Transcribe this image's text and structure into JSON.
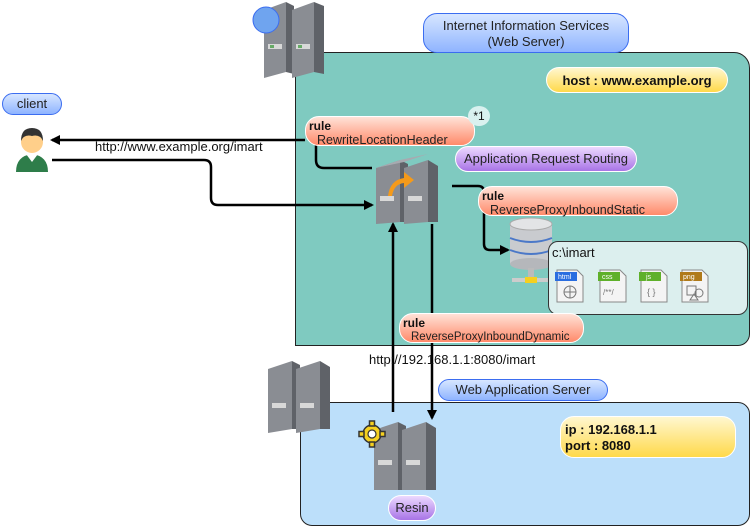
{
  "iis": {
    "title_line1": "Internet Information Services",
    "title_line2": "(Web Server)",
    "host_label": "host : www.example.org",
    "footnote_badge": "*1",
    "arr_label": "Application Request Routing",
    "rules": [
      {
        "keyword": "rule",
        "name": "RewriteLocationHeader"
      },
      {
        "keyword": "rule",
        "name": "ReverseProxyInboundStatic"
      },
      {
        "keyword": "rule",
        "name": "ReverseProxyInboundDynamic"
      }
    ],
    "folder": {
      "path": "c:\\imart",
      "files": [
        {
          "type": "html",
          "glyph": "globe-icon",
          "color": "#2a6de0"
        },
        {
          "type": "css",
          "glyph": "/**/",
          "color": "#5fb02a"
        },
        {
          "type": "js",
          "glyph": "{ }",
          "color": "#5fb02a"
        },
        {
          "type": "png",
          "glyph": "shapes-icon",
          "color": "#b07a1a"
        }
      ]
    }
  },
  "client": {
    "label": "client",
    "url": "http://www.example.org/imart"
  },
  "was": {
    "title": "Web Application Server",
    "url": "http://192.168.1.1:8080/imart",
    "ip_label": "ip : 192.168.1.1",
    "port_label": "port : 8080",
    "engine_label": "Resin"
  },
  "colors": {
    "iis_zone": "#7fcac0",
    "was_zone": "#bcdffa",
    "rule_pill": "#ff8a6a",
    "host_pill": "#ffd94a",
    "title_pill": "#8fb4ff",
    "product_pill": "#a874e6"
  }
}
